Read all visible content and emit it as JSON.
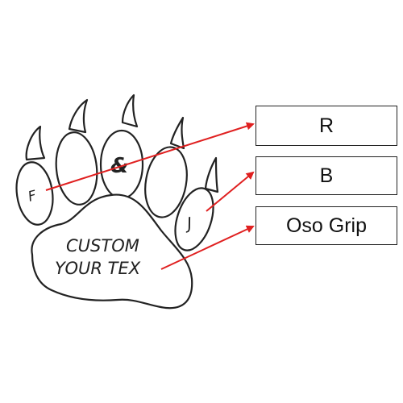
{
  "paw": {
    "toe_letters": {
      "left": "F",
      "middle": "&",
      "right": "J"
    },
    "pad_text": {
      "line1": "CUSTOM",
      "line2": "YOUR TEX"
    }
  },
  "labels": [
    {
      "text": "R"
    },
    {
      "text": "B"
    },
    {
      "text": "Oso Grip"
    }
  ],
  "colors": {
    "arrow": "#e02020",
    "outline": "#222222"
  }
}
